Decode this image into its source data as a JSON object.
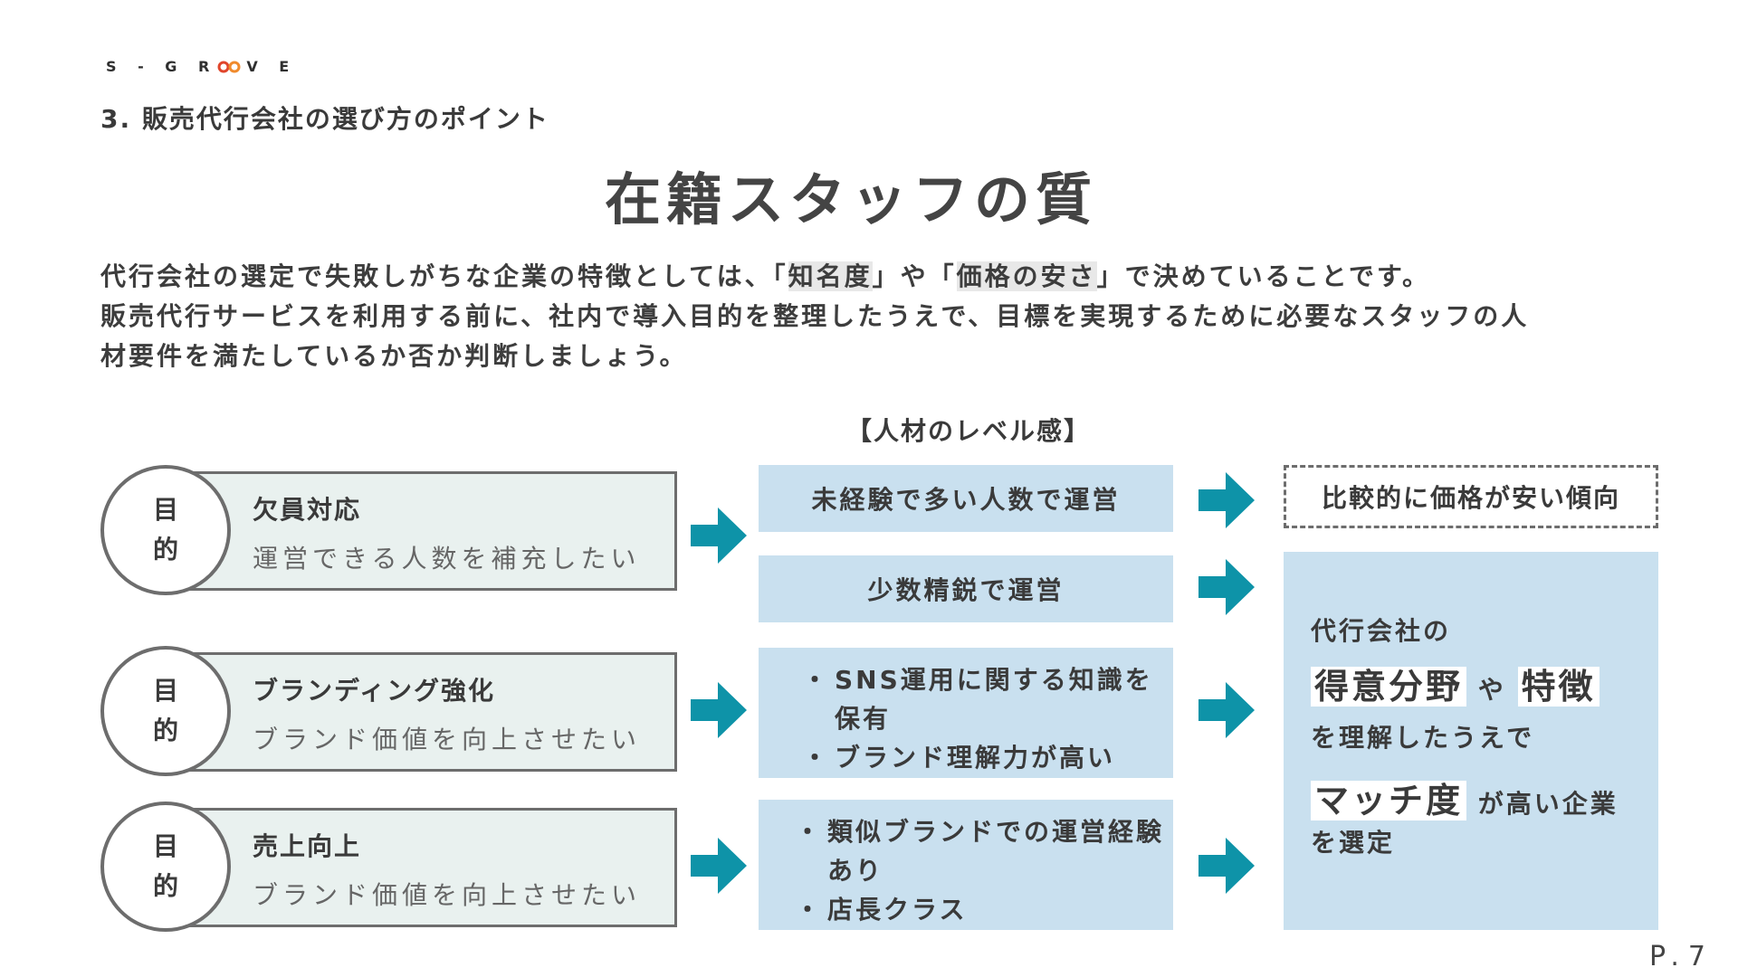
{
  "logo": {
    "left": "S - G R",
    "right": "V E"
  },
  "section_title": "3. 販売代行会社の選び方のポイント",
  "title": "在籍スタッフの質",
  "intro": {
    "line1_a": "代行会社の選定で失敗しがちな企業の特徴としては、「",
    "line1_hl1": "知名度",
    "line1_b": "」や「",
    "line1_hl2": "価格の安さ",
    "line1_c": "」で決めていることです。",
    "line2": "販売代行サービスを利用する前に、社内で導入目的を整理したうえで、目標を実現するために必要なスタッフの人",
    "line3": "材要件を満たしているか否か判断しましょう。"
  },
  "level_heading": "【人材のレベル感】",
  "purpose_circle": {
    "line1": "目",
    "line2": "的"
  },
  "purposes": [
    {
      "head": "欠員対応",
      "sub": "運営できる人数を補充したい"
    },
    {
      "head": "ブランディング強化",
      "sub": "ブランド価値を向上させたい"
    },
    {
      "head": "売上向上",
      "sub": "ブランド価値を向上させたい"
    }
  ],
  "levels": {
    "l1": "未経験で多い人数で運営",
    "l2": "少数精鋭で運営",
    "l3": [
      "SNS運用に関する知識を保有",
      "ブランド理解力が高い"
    ],
    "l4": [
      "類似ブランドでの運営経験あり",
      "店長クラス"
    ]
  },
  "outcome_cheap": "比較的に価格が安い傾向",
  "outcome": {
    "line1": "代行会社の",
    "big1": "得意分野",
    "mid1": " や ",
    "big2": "特徴",
    "line3": "を理解したうえで",
    "big3": "マッチ度",
    "line4_tail": " が高い企業",
    "line5": "を選定"
  },
  "colors": {
    "arrow": "#0e93a8",
    "level_bg": "#c9e0ef",
    "purpose_bg": "#e9f1ef",
    "logo_accent": "#e0452b"
  },
  "page_number": "P.7"
}
